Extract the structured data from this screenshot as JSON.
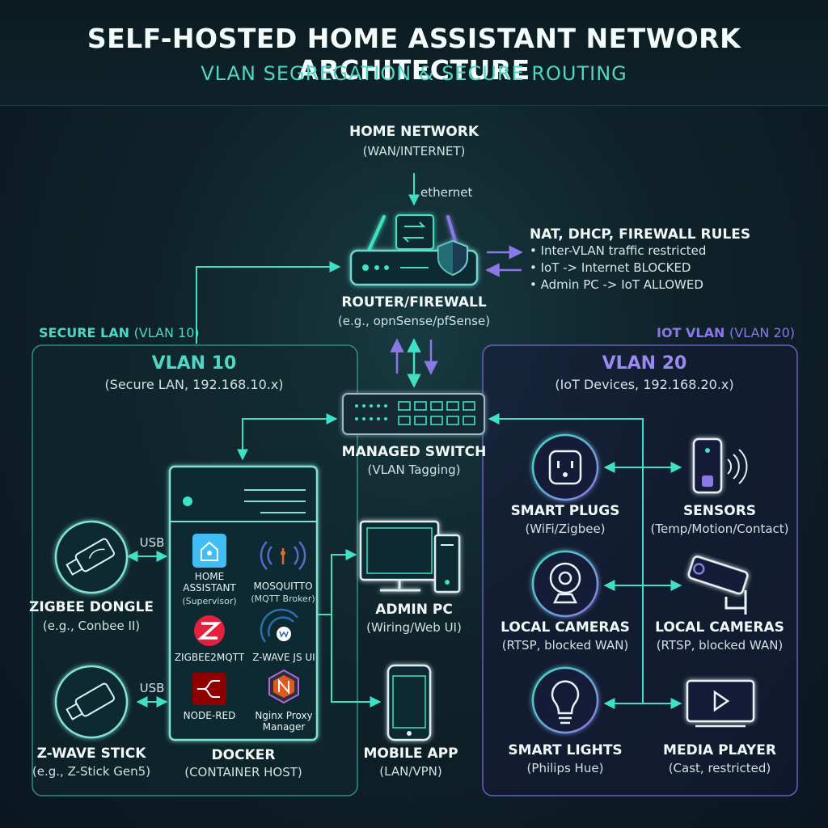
{
  "header": {
    "title": "SELF-HOSTED HOME ASSISTANT NETWORK ARCHITECTURE",
    "subtitle": "VLAN SEGREGATION & SECURE ROUTING"
  },
  "wan": {
    "title": "HOME NETWORK",
    "subtitle": "(WAN/INTERNET)",
    "link_label": "ethernet"
  },
  "router": {
    "title": "ROUTER/FIREWALL",
    "subtitle": "(e.g., opnSense/pfSense)",
    "rules_title": "NAT, DHCP, FIREWALL RULES",
    "rules": [
      "• Inter-VLAN traffic restricted",
      "• IoT -> Internet BLOCKED",
      "• Admin PC -> IoT ALLOWED"
    ]
  },
  "switch": {
    "title": "MANAGED SWITCH",
    "subtitle": "(VLAN Tagging)"
  },
  "secure_lan": {
    "zone_label": "SECURE LAN",
    "zone_vlan": "(VLAN 10)",
    "vlan_title": "VLAN 10",
    "vlan_subtitle": "(Secure LAN, 192.168.10.x)"
  },
  "iot_lan": {
    "zone_label": "IOT VLAN",
    "zone_vlan": "(VLAN 20)",
    "vlan_title": "VLAN 20",
    "vlan_subtitle": "(IoT Devices, 192.168.20.x)"
  },
  "docker": {
    "title": "DOCKER",
    "subtitle": "(CONTAINER HOST)",
    "apps": {
      "ha_name": "HOME\nASSISTANT",
      "ha_sub": "(Supervisor)",
      "mosq_name": "MOSQUITTO",
      "mosq_sub": "(MQTT Broker)",
      "z2m_name": "ZIGBEE2MQTT",
      "zwave_name": "Z-WAVE JS UI",
      "nodered_name": "NODE-RED",
      "nginx_name": "Nginx Proxy\nManager"
    }
  },
  "zigbee": {
    "title": "ZIGBEE DONGLE",
    "subtitle": "(e.g., Conbee II)",
    "link": "USB"
  },
  "zwave": {
    "title": "Z-WAVE STICK",
    "subtitle": "(e.g., Z-Stick Gen5)",
    "link": "USB"
  },
  "admin_pc": {
    "title": "ADMIN PC",
    "subtitle": "(Wiring/Web UI)"
  },
  "mobile": {
    "title": "MOBILE APP",
    "subtitle": "(LAN/VPN)"
  },
  "iot_devices": {
    "smart_plugs": {
      "title": "SMART PLUGS",
      "subtitle": "(WiFi/Zigbee)"
    },
    "sensors": {
      "title": "SENSORS",
      "subtitle": "(Temp/Motion/Contact)"
    },
    "cameras_a": {
      "title": "LOCAL CAMERAS",
      "subtitle": "(RTSP, blocked WAN)"
    },
    "cameras_b": {
      "title": "LOCAL CAMERAS",
      "subtitle": "(RTSP, blocked WAN)"
    },
    "lights": {
      "title": "SMART LIGHTS",
      "subtitle": "(Philips Hue)"
    },
    "media": {
      "title": "MEDIA PLAYER",
      "subtitle": "(Cast, restricted)"
    }
  },
  "colors": {
    "teal": "#3fe0c5",
    "purple": "#8a78e6",
    "bg": "#0f2229"
  }
}
